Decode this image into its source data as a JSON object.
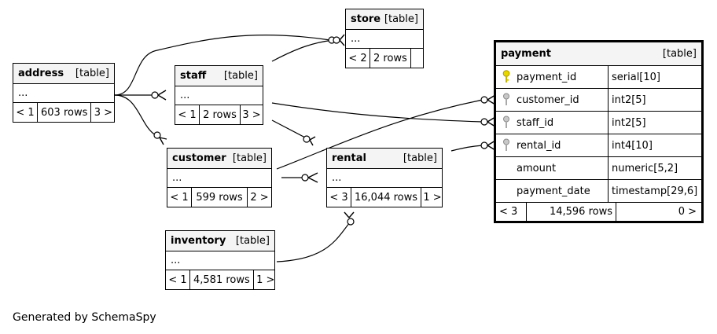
{
  "tables": {
    "address": {
      "name": "address",
      "tag": "[table]",
      "body": "...",
      "parents": "< 1",
      "rows": "603 rows",
      "children": "3 >"
    },
    "staff": {
      "name": "staff",
      "tag": "[table]",
      "body": "...",
      "parents": "< 1",
      "rows": "2 rows",
      "children": "3 >"
    },
    "store": {
      "name": "store",
      "tag": "[table]",
      "body": "...",
      "parents": "< 2",
      "rows": "2 rows",
      "children": ""
    },
    "customer": {
      "name": "customer",
      "tag": "[table]",
      "body": "...",
      "parents": "< 1",
      "rows": "599 rows",
      "children": "2 >"
    },
    "rental": {
      "name": "rental",
      "tag": "[table]",
      "body": "...",
      "parents": "< 3",
      "rows": "16,044 rows",
      "children": "1 >"
    },
    "inventory": {
      "name": "inventory",
      "tag": "[table]",
      "body": "...",
      "parents": "< 1",
      "rows": "4,581 rows",
      "children": "1 >"
    }
  },
  "payment": {
    "name": "payment",
    "tag": "[table]",
    "columns": [
      {
        "name": "payment_id",
        "type": "serial[10]",
        "key": "primary"
      },
      {
        "name": "customer_id",
        "type": "int2[5]",
        "key": "foreign"
      },
      {
        "name": "staff_id",
        "type": "int2[5]",
        "key": "foreign"
      },
      {
        "name": "rental_id",
        "type": "int4[10]",
        "key": "foreign"
      },
      {
        "name": "amount",
        "type": "numeric[5,2]",
        "key": ""
      },
      {
        "name": "payment_date",
        "type": "timestamp[29,6]",
        "key": ""
      }
    ],
    "parents": "< 3",
    "rows": "14,596 rows",
    "children": "0 >"
  },
  "colors": {
    "primary_key": "#e8d800",
    "foreign_key": "#a9a9a9",
    "header_bg": "#f4f4f4"
  },
  "footer": "Generated by SchemaSpy"
}
